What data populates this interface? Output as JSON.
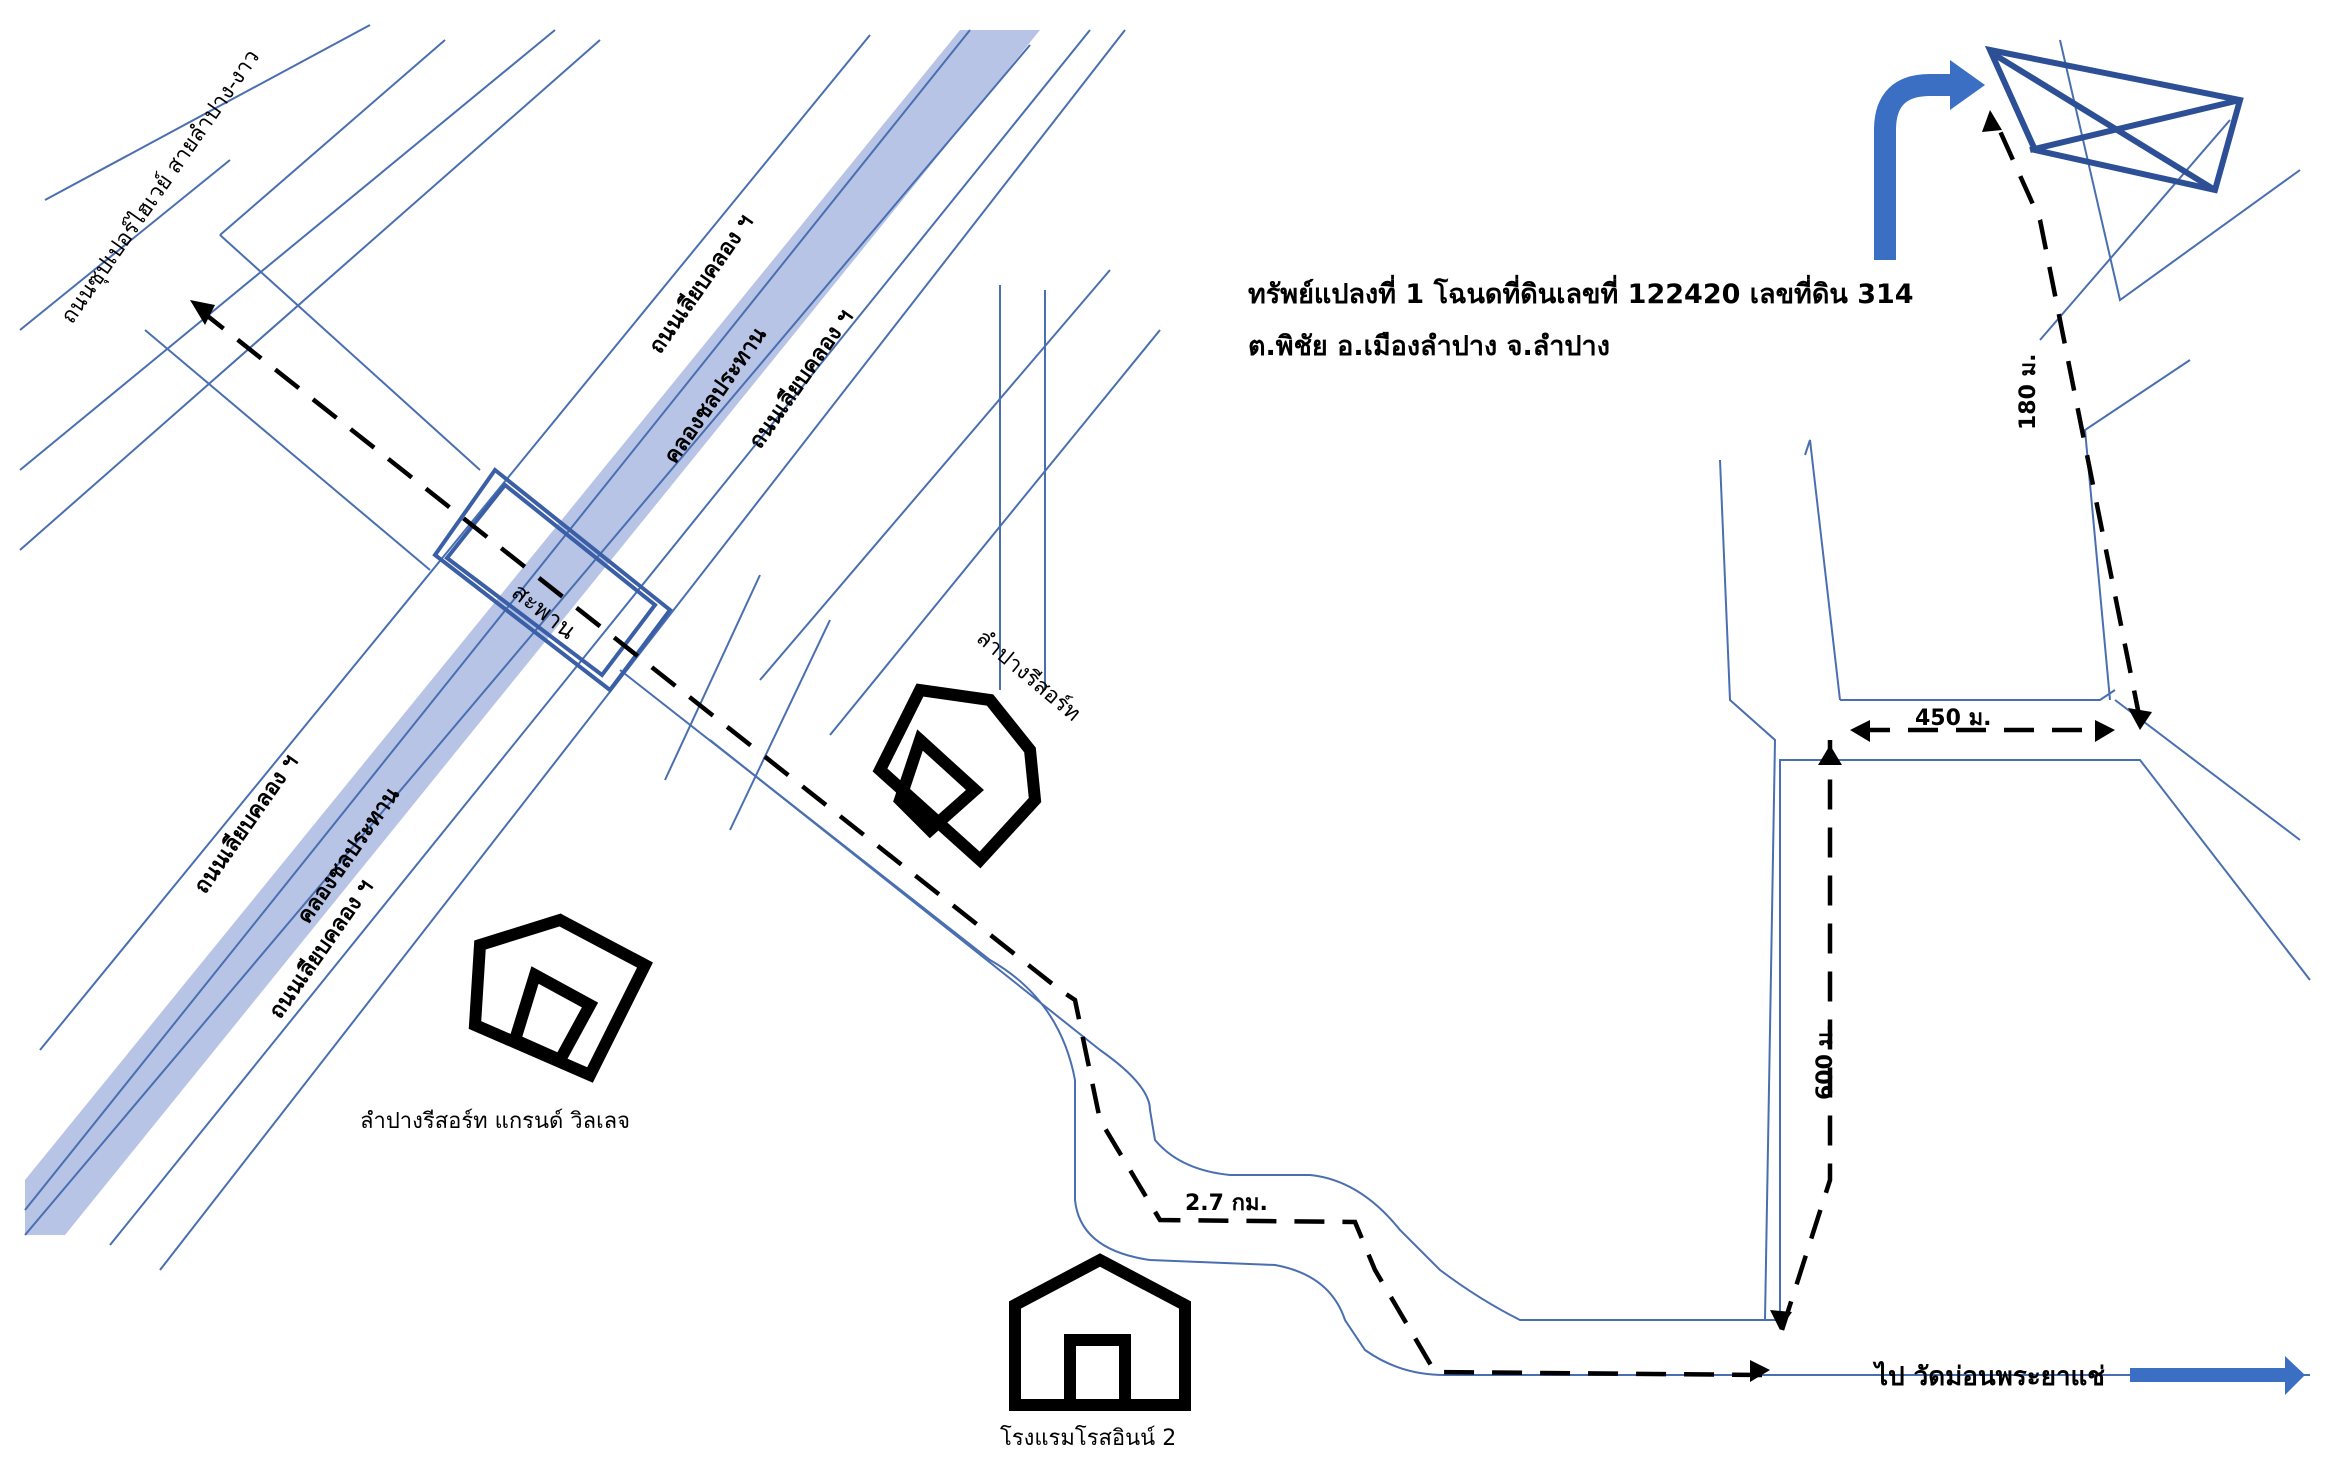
{
  "map": {
    "title_line1": "ทรัพย์แปลงที่ 1 โฉนดที่ดินเลขที่ 122420 เลขที่ดิน 314",
    "title_line2": "ต.พิชัย อ.เมืองลำปาง จ.ลำปาง",
    "labels": {
      "superhighway": "ถนนซุปเปอร์ไฮเวย์ สายลำปาง-งาว",
      "canal_road_upper": "ถนนเลียบคลอง ฯ",
      "canal_road_lower": "ถนนเลียบคลอง ฯ",
      "canal_road_upper2": "ถนนเลียบคลอง ฯ",
      "canal_road_lower2": "ถนนเลียบคลอง ฯ",
      "canal_upper": "คลองชลประทาน",
      "canal_lower": "คลองชลประทาน",
      "bridge": "สะพาน",
      "resort1": "ลำปางรีสอร์ท",
      "resort2": "ลำปางรีสอร์ท แกรนด์ วิลเลจ",
      "hotel": "โรงแรมโรสอินน์ 2",
      "to_temple": "ไป วัดม่อนพระยาแช่"
    },
    "distances": {
      "d_27km": "2.7 กม.",
      "d_600m": "600 ม.",
      "d_450m": "450 ม.",
      "d_180m": "180 ม."
    },
    "colors": {
      "road": "#4a6fb0",
      "canal": "#b7c4e6",
      "route": "#000000",
      "accent_arrow": "#3a6fc4",
      "plot": "#2c4f96"
    }
  }
}
